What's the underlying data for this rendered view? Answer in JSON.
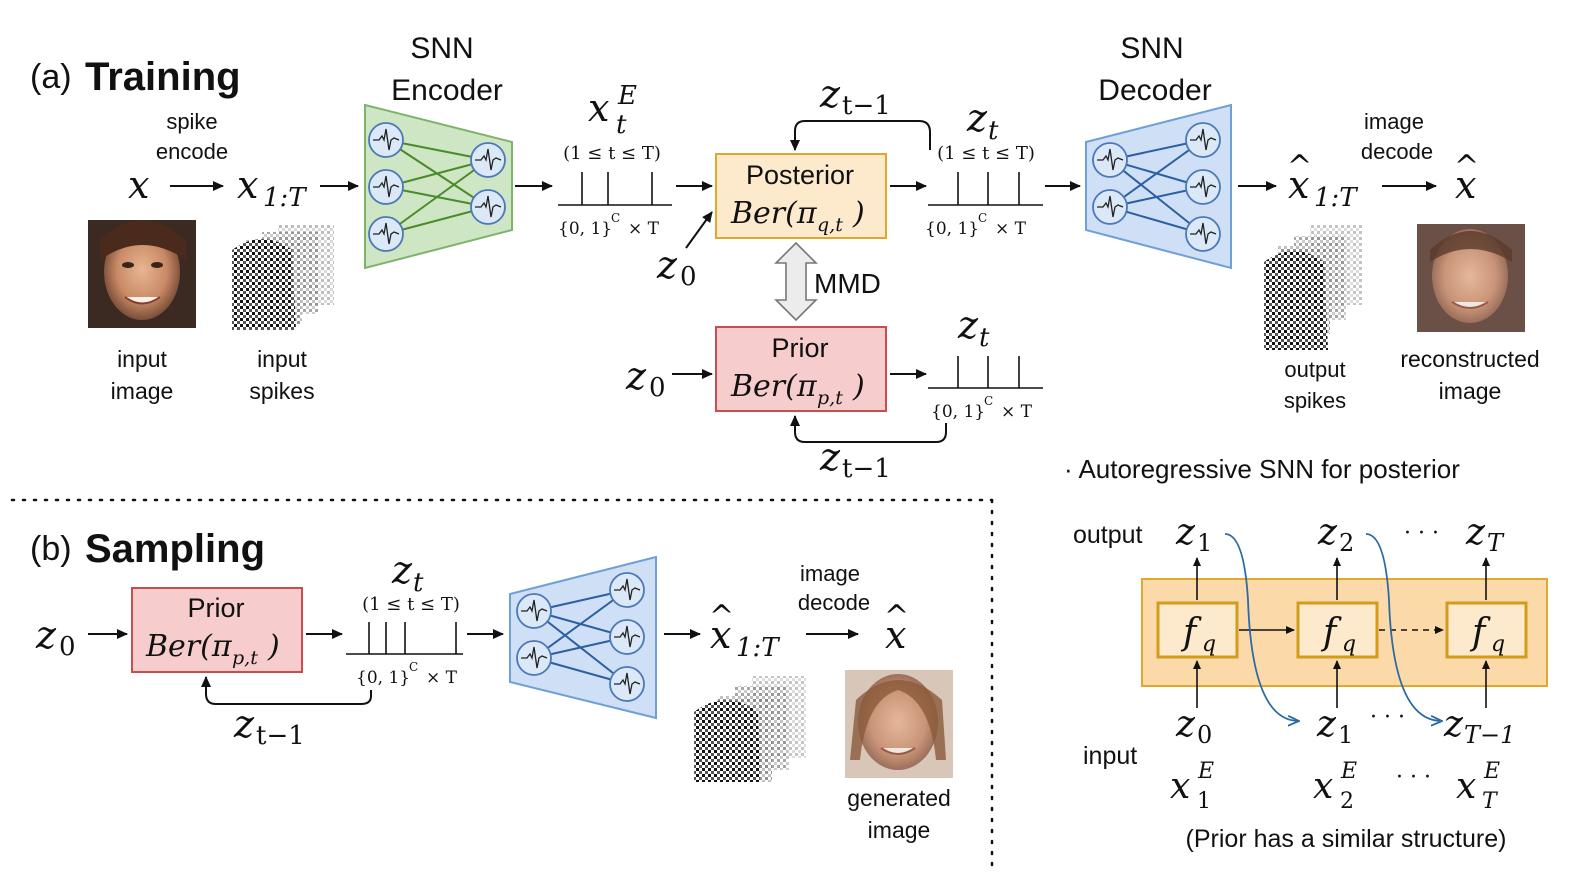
{
  "colors": {
    "posterior_fill": "#fde9cc",
    "posterior_stroke": "#e0a92e",
    "prior_fill": "#f6cccc",
    "prior_stroke": "#c84e4e",
    "encoder_fill": "#cfe6c4",
    "encoder_stroke": "#7db36a",
    "decoder_fill": "#cfe0f6",
    "decoder_stroke": "#6f9fd8",
    "fq_panel_fill": "#fbd9a8",
    "fq_panel_stroke": "#e0a92e",
    "fq_box_fill": "#fde9cc",
    "fq_box_stroke": "#d49a1a",
    "blue_arrow": "#2c6aa6",
    "encoder_edge": "#4a8a2a",
    "decoder_edge": "#2c5fa0"
  },
  "training": {
    "label_prefix": "(a)",
    "label_title": "Training",
    "spike_encode": [
      "spike",
      "encode"
    ],
    "x": "x",
    "x_1T": "x",
    "x_1T_sub": "1:T",
    "input_image": [
      "input",
      "image"
    ],
    "input_spikes": [
      "input",
      "spikes"
    ],
    "encoder_title": [
      "SNN",
      "Encoder"
    ],
    "xtE": "x",
    "xtE_sup": "E",
    "xtE_sub": "t",
    "range1": "(1 ≤ t ≤ T)",
    "set1": "{0, 1}",
    "set1_sup": "C",
    "set1_tail": "× T",
    "z0": "z",
    "z0_sub": "0",
    "posterior_title": "Posterior",
    "posterior_ber": "Ber(π",
    "posterior_ber_sub": "q,t",
    "posterior_close": ")",
    "ztm1_top": "z",
    "ztm1_top_sub": "t−1",
    "zt": "z",
    "zt_sub": "t",
    "range2": "(1 ≤ t ≤ T)",
    "set2": "{0, 1}",
    "set2_sup": "C",
    "set2_tail": "× T",
    "mmd": "MMD",
    "prior_title": "Prior",
    "prior_ber": "Ber(π",
    "prior_ber_sub": "p,t",
    "prior_close": ")",
    "z0b": "z",
    "z0b_sub": "0",
    "zt2": "z",
    "zt2_sub": "t",
    "set3": "{0, 1}",
    "set3_sup": "C",
    "set3_tail": "× T",
    "ztm1_bottom": "z",
    "ztm1_bottom_sub": "t−1",
    "decoder_title": [
      "SNN",
      "Decoder"
    ],
    "xhat_1T": "x",
    "xhat_1T_sub": "1:T",
    "image_decode": [
      "image",
      "decode"
    ],
    "xhat": "x",
    "output_spikes": [
      "output",
      "spikes"
    ],
    "reconstructed_image": [
      "reconstructed",
      "image"
    ]
  },
  "sampling": {
    "label_prefix": "(b)",
    "label_title": "Sampling",
    "z0": "z",
    "z0_sub": "0",
    "prior_title": "Prior",
    "prior_ber": "Ber(π",
    "prior_ber_sub": "p,t",
    "prior_close": ")",
    "zt": "z",
    "zt_sub": "t",
    "range": "(1 ≤ t ≤ T)",
    "set": "{0, 1}",
    "set_sup": "C",
    "set_tail": "× T",
    "ztm1": "z",
    "ztm1_sub": "t−1",
    "xhat_1T": "x",
    "xhat_1T_sub": "1:T",
    "image_decode": [
      "image",
      "decode"
    ],
    "xhat": "x",
    "generated_image": [
      "generated",
      "image"
    ]
  },
  "autoregressive": {
    "title": "· Autoregressive SNN for posterior",
    "output_label": "output",
    "input_label": "input",
    "fq": "f",
    "fq_sub": "q",
    "out_z1": "z",
    "out_z1_sub": "1",
    "out_z2": "z",
    "out_z2_sub": "2",
    "out_zT": "z",
    "out_zT_sub": "T",
    "dots": "· · ·",
    "in_z0": "z",
    "in_z0_sub": "0",
    "in_z1": "z",
    "in_z1_sub": "1",
    "in_zTm1": "z",
    "in_zTm1_sub": "T−1",
    "x1E": "x",
    "x1E_sup": "E",
    "x1E_sub": "1",
    "x2E": "x",
    "x2E_sup": "E",
    "x2E_sub": "2",
    "xTE": "x",
    "xTE_sup": "E",
    "xTE_sub": "T",
    "note": "(Prior has a similar structure)"
  }
}
